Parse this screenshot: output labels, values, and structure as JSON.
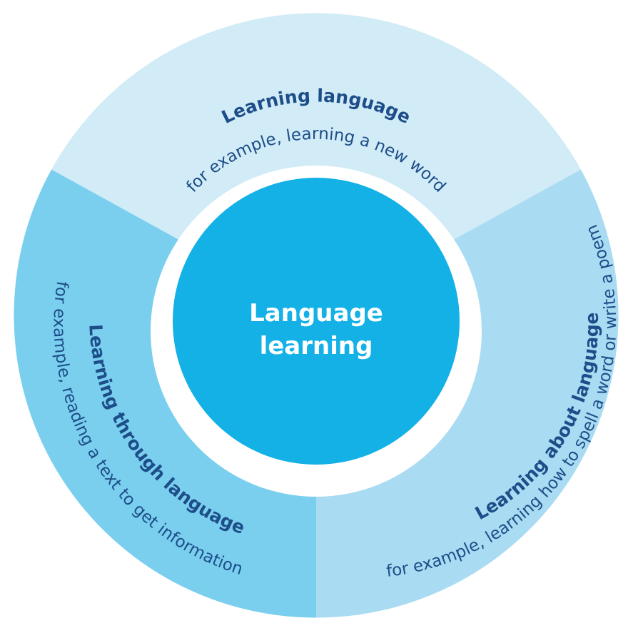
{
  "center": {
    "line1": "Language",
    "line2": "learning",
    "color": "#13b1e6"
  },
  "segments": [
    {
      "title": "Learning language",
      "subtitle": "for example, learning a new word",
      "color": "#d1ebf7"
    },
    {
      "title": "Learning about language",
      "subtitle": "for example, learning how to spell a word or write a poem",
      "color": "#a9dcf2"
    },
    {
      "title": "Learning through language",
      "subtitle": "for example, reading a text to get information",
      "color": "#7acfee"
    }
  ],
  "text_color": "#1d4e89",
  "gap_color": "#ffffff"
}
